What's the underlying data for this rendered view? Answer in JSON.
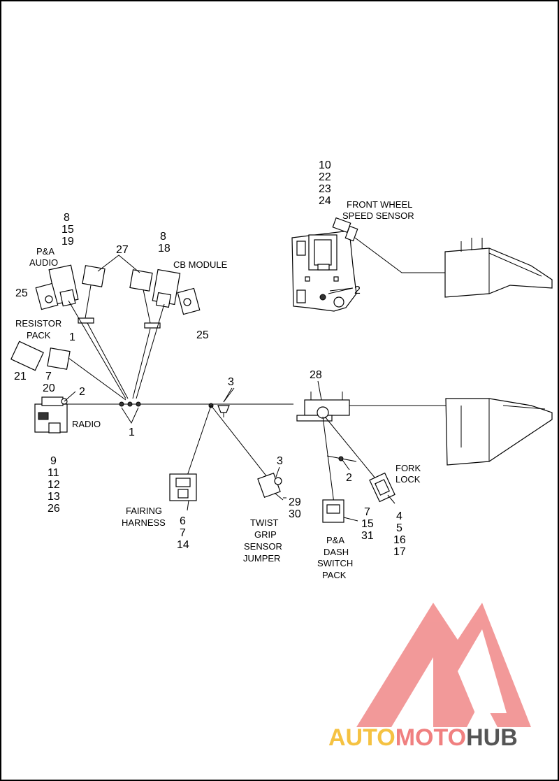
{
  "labels": {
    "front_wheel_speed_sensor_1": "FRONT WHEEL",
    "front_wheel_speed_sensor_2": "SPEED SENSOR",
    "pa_audio_1": "P&A",
    "pa_audio_2": "AUDIO",
    "cb_module": "CB MODULE",
    "resistor_pack_1": "RESISTOR",
    "resistor_pack_2": "PACK",
    "radio": "RADIO",
    "fork_lock_1": "FORK",
    "fork_lock_2": "LOCK",
    "fairing_harness_1": "FAIRING",
    "fairing_harness_2": "HARNESS",
    "twist_grip_1": "TWIST",
    "twist_grip_2": "GRIP",
    "twist_grip_3": "SENSOR",
    "twist_grip_4": "JUMPER",
    "pa_dash_1": "P&A",
    "pa_dash_2": "DASH",
    "pa_dash_3": "SWITCH",
    "pa_dash_4": "PACK"
  },
  "callouts": {
    "sensor_10": "10",
    "sensor_22": "22",
    "sensor_23": "23",
    "sensor_24": "24",
    "bracket_2": "2",
    "audio_8": "8",
    "audio_15": "15",
    "audio_19": "19",
    "plug_27": "27",
    "cb_8": "8",
    "cb_18": "18",
    "audio_25": "25",
    "cb_25": "25",
    "resistor_1": "1",
    "resistor_21": "21",
    "resistor_7": "7",
    "resistor_20": "20",
    "radio_2": "2",
    "clip_1": "1",
    "radio_9": "9",
    "radio_11": "11",
    "radio_12": "12",
    "radio_13": "13",
    "radio_26": "26",
    "top_3": "3",
    "bracket_28": "28",
    "twist_3": "3",
    "twist_29": "29",
    "twist_30": "30",
    "tie_2": "2",
    "fairing_6": "6",
    "fairing_7": "7",
    "fairing_14": "14",
    "dash_7": "7",
    "dash_15": "15",
    "dash_31": "31",
    "fork_4": "4",
    "fork_5": "5",
    "fork_16": "16",
    "fork_17": "17"
  },
  "watermark": {
    "part1": "AUTO",
    "part2": "MOTO",
    "part3": "HUB",
    "color1": "#f5c242",
    "color2": "#f08080",
    "color3": "#555555",
    "logo_color": "#f08080"
  }
}
